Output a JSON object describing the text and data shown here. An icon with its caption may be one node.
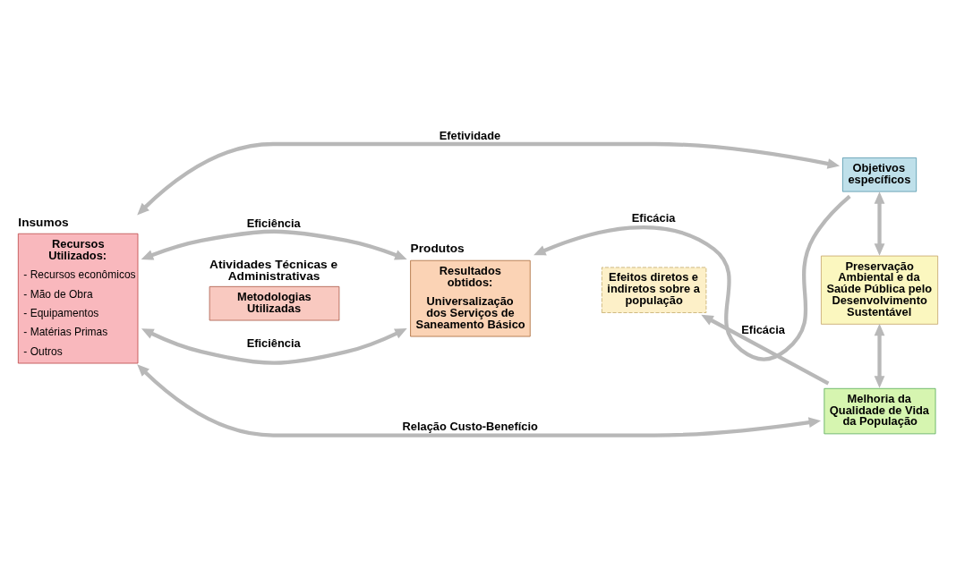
{
  "diagram": {
    "nodes": [
      {
        "text": [
          "Insumos",
          "Recursos Utilizados:",
          "- Recursos econômicos",
          "- Mão de Obra",
          "- Equipamentos",
          "- Matérias Primas",
          "- Outros"
        ]
      },
      {
        "text": [
          "Atividades Técnicas e Administrativas",
          "Metodologias Utilizadas"
        ]
      },
      {
        "text": [
          "Produtos",
          "Resultados obtidos:",
          "Universalização dos Serviços de Saneamento Básico"
        ]
      },
      {
        "text": [
          "Efeitos diretos e indiretos sobre a população"
        ]
      },
      {
        "text": [
          "Objetivos específicos"
        ]
      },
      {
        "text": [
          "Preservação Ambiental e da Saúde Pública pelo Desenvolvimento Sustentável"
        ]
      },
      {
        "text": [
          "Melhoria da Qualidade de Vida da População"
        ]
      }
    ],
    "edges": [
      {
        "from": 0,
        "to": 4,
        "arrow": "both",
        "label": "Efetividade"
      },
      {
        "from": 0,
        "to": 2,
        "arrow": "both",
        "label": "Eficiência"
      },
      {
        "from": 4,
        "to": 2,
        "arrow": "to",
        "label": "Eficácia"
      },
      {
        "from": 0,
        "to": 2,
        "arrow": "both",
        "label": "Eficiência"
      },
      {
        "from": 6,
        "to": 3,
        "arrow": "to",
        "label": "Eficácia"
      },
      {
        "from": 0,
        "to": 6,
        "arrow": "both",
        "label": "Relação Custo-Benefício"
      },
      {
        "from": 4,
        "to": 5,
        "arrow": "both"
      },
      {
        "from": 5,
        "to": 6,
        "arrow": "both"
      }
    ]
  }
}
